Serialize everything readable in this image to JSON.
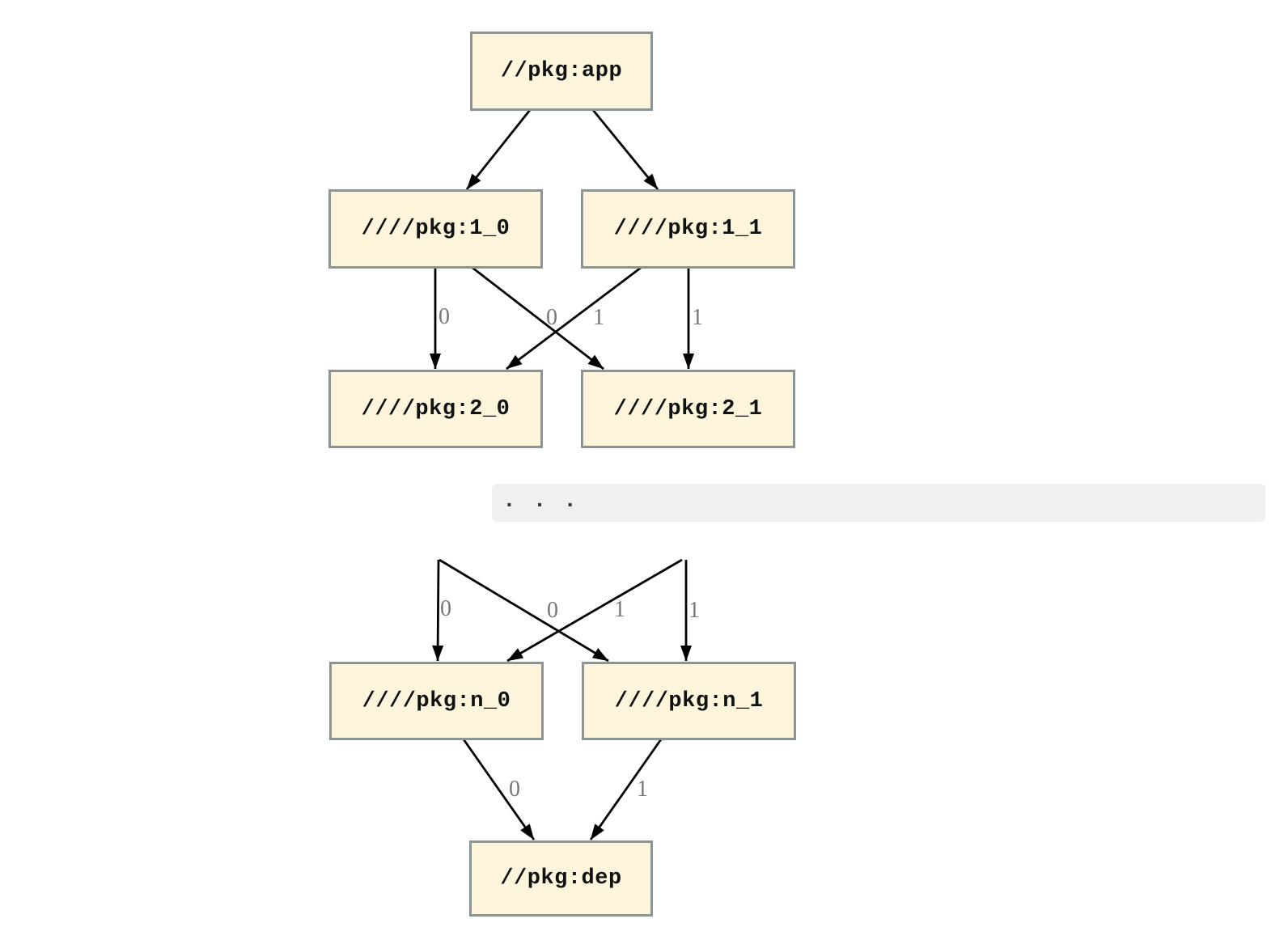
{
  "diagram": {
    "type": "dependency-graph",
    "nodes": [
      {
        "id": "app",
        "label": "//pkg:app"
      },
      {
        "id": "1_0",
        "label": "////pkg:1_0"
      },
      {
        "id": "1_1",
        "label": "////pkg:1_1"
      },
      {
        "id": "2_0",
        "label": "////pkg:2_0"
      },
      {
        "id": "2_1",
        "label": "////pkg:2_1"
      },
      {
        "id": "n_0",
        "label": "////pkg:n_0"
      },
      {
        "id": "n_1",
        "label": "////pkg:n_1"
      },
      {
        "id": "dep",
        "label": "//pkg:dep"
      }
    ],
    "ellipsis": ". . .",
    "edges": [
      {
        "from": "//pkg:app",
        "to": "////pkg:1_0",
        "label": ""
      },
      {
        "from": "//pkg:app",
        "to": "////pkg:1_1",
        "label": ""
      },
      {
        "from": "////pkg:1_0",
        "to": "////pkg:2_0",
        "label": "0"
      },
      {
        "from": "////pkg:1_0",
        "to": "////pkg:2_1",
        "label": "1"
      },
      {
        "from": "////pkg:1_1",
        "to": "////pkg:2_0",
        "label": "0"
      },
      {
        "from": "////pkg:1_1",
        "to": "////pkg:2_1",
        "label": "1"
      },
      {
        "from": "...",
        "to": "////pkg:n_0",
        "label": "0"
      },
      {
        "from": "...",
        "to": "////pkg:n_1",
        "label": "1"
      },
      {
        "from": "...",
        "to": "////pkg:n_0",
        "label": "0"
      },
      {
        "from": "...",
        "to": "////pkg:n_1",
        "label": "1"
      },
      {
        "from": "////pkg:n_0",
        "to": "//pkg:dep",
        "label": "0"
      },
      {
        "from": "////pkg:n_1",
        "to": "//pkg:dep",
        "label": "1"
      }
    ],
    "colors": {
      "node_fill": "#fdf5db",
      "node_border": "#8d9494",
      "edge": "#000000",
      "edge_label": "#777777",
      "band_fill": "#f0f0f0",
      "background": "#ffffff"
    }
  }
}
